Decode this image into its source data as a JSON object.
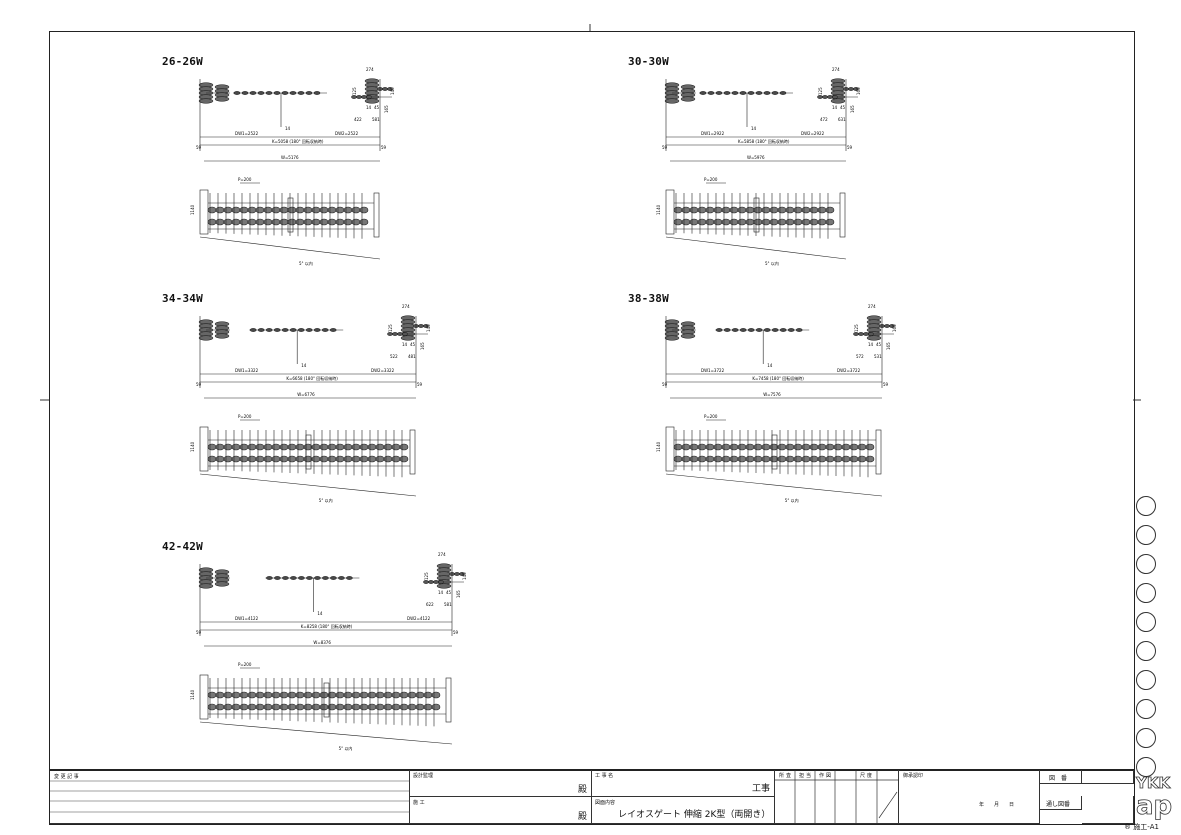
{
  "sheet": {
    "drawings": [
      {
        "label": "26-26W",
        "p": "P=200",
        "dw1": "DW1=2522",
        "dw2": "DW2=2522",
        "k": "K=5058 (180° 回転収納時)",
        "w": "W=5176",
        "slope": "5° 以内",
        "h": "1140",
        "dims": [
          "274",
          "125",
          "140",
          "14",
          "45",
          "165",
          "422",
          "581",
          "59",
          "59",
          "14"
        ]
      },
      {
        "label": "30-30W",
        "p": "P=200",
        "dw1": "DW1=2922",
        "dw2": "DW2=2922",
        "k": "K=5858 (180° 回転収納時)",
        "w": "W=5976",
        "slope": "5° 以内",
        "h": "1140",
        "dims": [
          "274",
          "125",
          "165",
          "14",
          "45",
          "165",
          "472",
          "631",
          "59",
          "59",
          "14"
        ]
      },
      {
        "label": "34-34W",
        "p": "P=200",
        "dw1": "DW1=3322",
        "dw2": "DW2=3322",
        "k": "K=6658 (180° 回転収納時)",
        "w": "W=6776",
        "slope": "5° 以内",
        "h": "1140",
        "dims": [
          "274",
          "125",
          "145",
          "14",
          "45",
          "165",
          "522",
          "481",
          "59",
          "59",
          "14"
        ]
      },
      {
        "label": "38-38W",
        "p": "P=200",
        "dw1": "DW1=3722",
        "dw2": "DW2=3722",
        "k": "K=7458 (180° 回転収納時)",
        "w": "W=7576",
        "slope": "5° 以内",
        "h": "1140",
        "dims": [
          "274",
          "125",
          "165",
          "14",
          "45",
          "165",
          "572",
          "531",
          "59",
          "59",
          "14"
        ]
      },
      {
        "label": "42-42W",
        "p": "P=200",
        "dw1": "DW1=4122",
        "dw2": "DW2=4122",
        "k": "K=8258 (180° 回転収納時)",
        "w": "W=8376",
        "slope": "5° 以内",
        "h": "1140",
        "dims": [
          "274",
          "125",
          "145",
          "14",
          "45",
          "165",
          "622",
          "581",
          "59",
          "59",
          "14"
        ]
      }
    ]
  },
  "title_block": {
    "change_record": "変 更 記 事",
    "design_supervision": "設計監理",
    "construction": "施 工",
    "honorific1": "殿",
    "honorific2": "殿",
    "project_name_label": "工 事 名",
    "project_suffix": "工事",
    "drawing_content_label": "図面内容",
    "drawing_title": "レイオスゲート 伸縮 2K型（両開き）",
    "headers": [
      "所",
      "査",
      "担",
      "当",
      "作",
      "図",
      "尺",
      "度"
    ],
    "approval_label": "御承認印",
    "date_label": "年　　月　　日",
    "drawing_no_label": "図　番",
    "serial_label": "通し図番",
    "code": "® 施工-A1",
    "logo": "YKK ap"
  }
}
